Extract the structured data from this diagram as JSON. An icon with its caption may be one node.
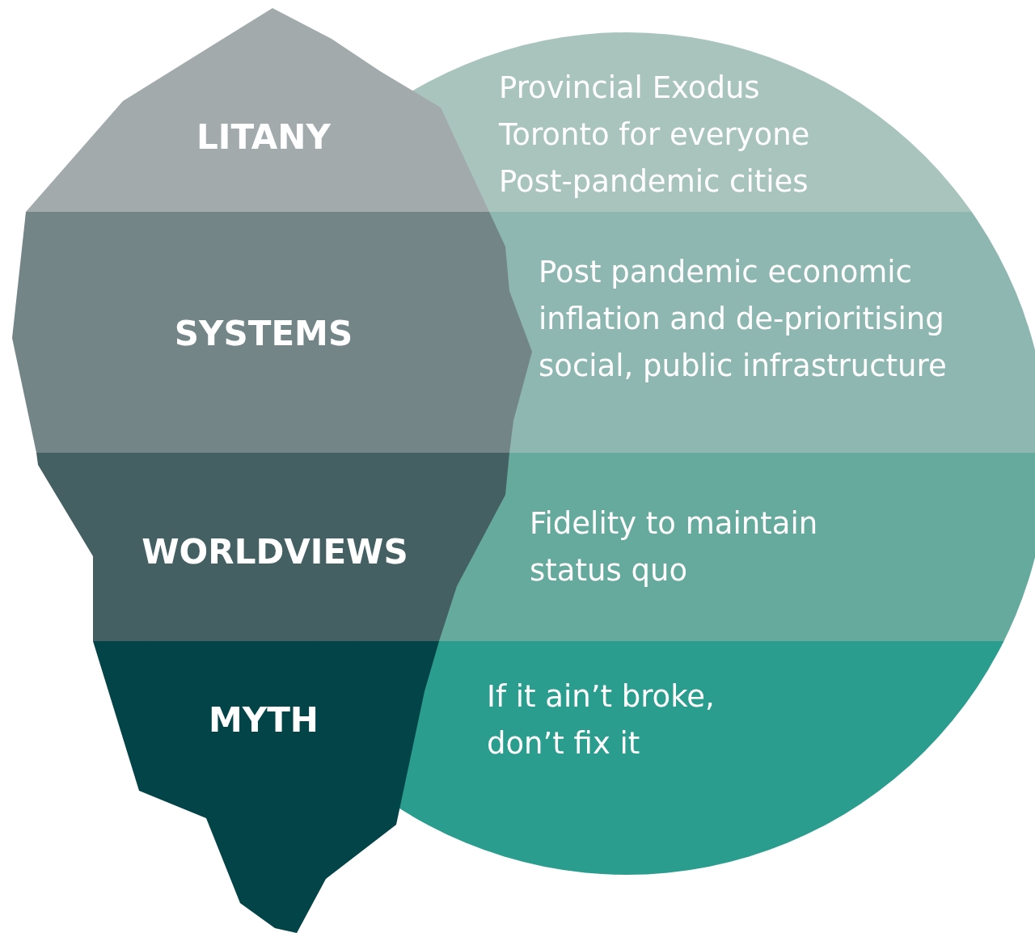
{
  "diagram": {
    "nodes": [
      {
        "text": [
          "LITANY"
        ]
      },
      {
        "text": [
          "Provincial Exodus",
          "Toronto for everyone",
          "Post-pandemic cities"
        ]
      },
      {
        "text": [
          "SYSTEMS"
        ]
      },
      {
        "text": [
          "Post pandemic economic inflation and de-prioritising social, public infrastructure"
        ]
      },
      {
        "text": [
          "WORLDVIEWS"
        ]
      },
      {
        "text": [
          "Fidelity to maintain status quo"
        ]
      },
      {
        "text": [
          "MYTH"
        ]
      },
      {
        "text": [
          "If it ain’t broke, don’t fix it"
        ]
      }
    ],
    "edges": []
  }
}
